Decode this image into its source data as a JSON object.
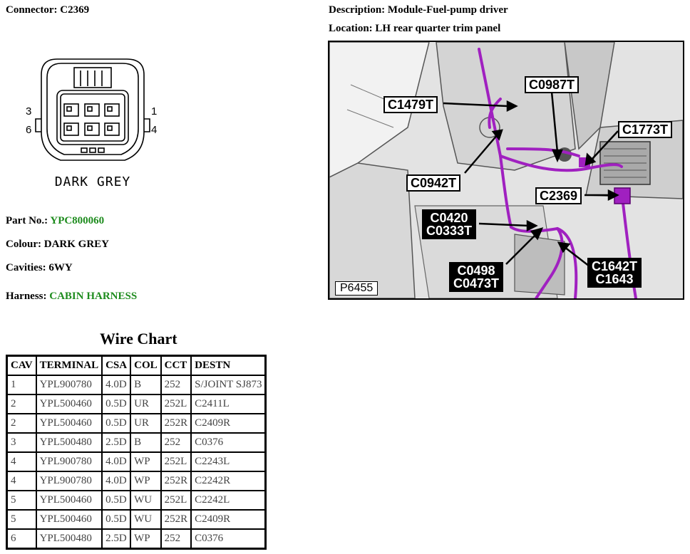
{
  "connector": {
    "label": "Connector:",
    "value": "C2369"
  },
  "description": {
    "label": "Description:",
    "value": "Module-Fuel-pump driver"
  },
  "location": {
    "label": "Location:",
    "value": "LH rear quarter trim panel"
  },
  "diagram": {
    "pin_labels": {
      "tl": "3",
      "bl": "6",
      "tr": "1",
      "br": "4"
    },
    "caption": "DARK GREY"
  },
  "part_no": {
    "label": "Part No.:",
    "value": "YPC800060"
  },
  "colour": {
    "label": "Colour:",
    "value": "DARK GREY"
  },
  "cavities": {
    "label": "Cavities:",
    "value": "6WY"
  },
  "harness": {
    "label": "Harness:",
    "value": "CABIN HARNESS"
  },
  "photo": {
    "ref": "P6455",
    "callouts": {
      "c1479t": "C1479T",
      "c0987t": "C0987T",
      "c1773t": "C1773T",
      "c0942t": "C0942T",
      "c2369": "C2369",
      "c0420": "C0420",
      "c0333t": "C0333T",
      "c0498": "C0498",
      "c0473t": "C0473T",
      "c1642t": "C1642T",
      "c1643": "C1643"
    }
  },
  "wire_chart": {
    "title": "Wire Chart",
    "headers": [
      "CAV",
      "TERMINAL",
      "CSA",
      "COL",
      "CCT",
      "DESTN"
    ],
    "rows": [
      [
        "1",
        "YPL900780",
        "4.0D",
        "B",
        "252",
        "S/JOINT SJ873"
      ],
      [
        "2",
        "YPL500460",
        "0.5D",
        "UR",
        "252L",
        "C2411L"
      ],
      [
        "2",
        "YPL500460",
        "0.5D",
        "UR",
        "252R",
        "C2409R"
      ],
      [
        "3",
        "YPL500480",
        "2.5D",
        "B",
        "252",
        "C0376"
      ],
      [
        "4",
        "YPL900780",
        "4.0D",
        "WP",
        "252L",
        "C2243L"
      ],
      [
        "4",
        "YPL900780",
        "4.0D",
        "WP",
        "252R",
        "C2242R"
      ],
      [
        "5",
        "YPL500460",
        "0.5D",
        "WU",
        "252L",
        "C2242L"
      ],
      [
        "5",
        "YPL500460",
        "0.5D",
        "WU",
        "252R",
        "C2409R"
      ],
      [
        "6",
        "YPL500480",
        "2.5D",
        "WP",
        "252",
        "C0376"
      ]
    ]
  }
}
